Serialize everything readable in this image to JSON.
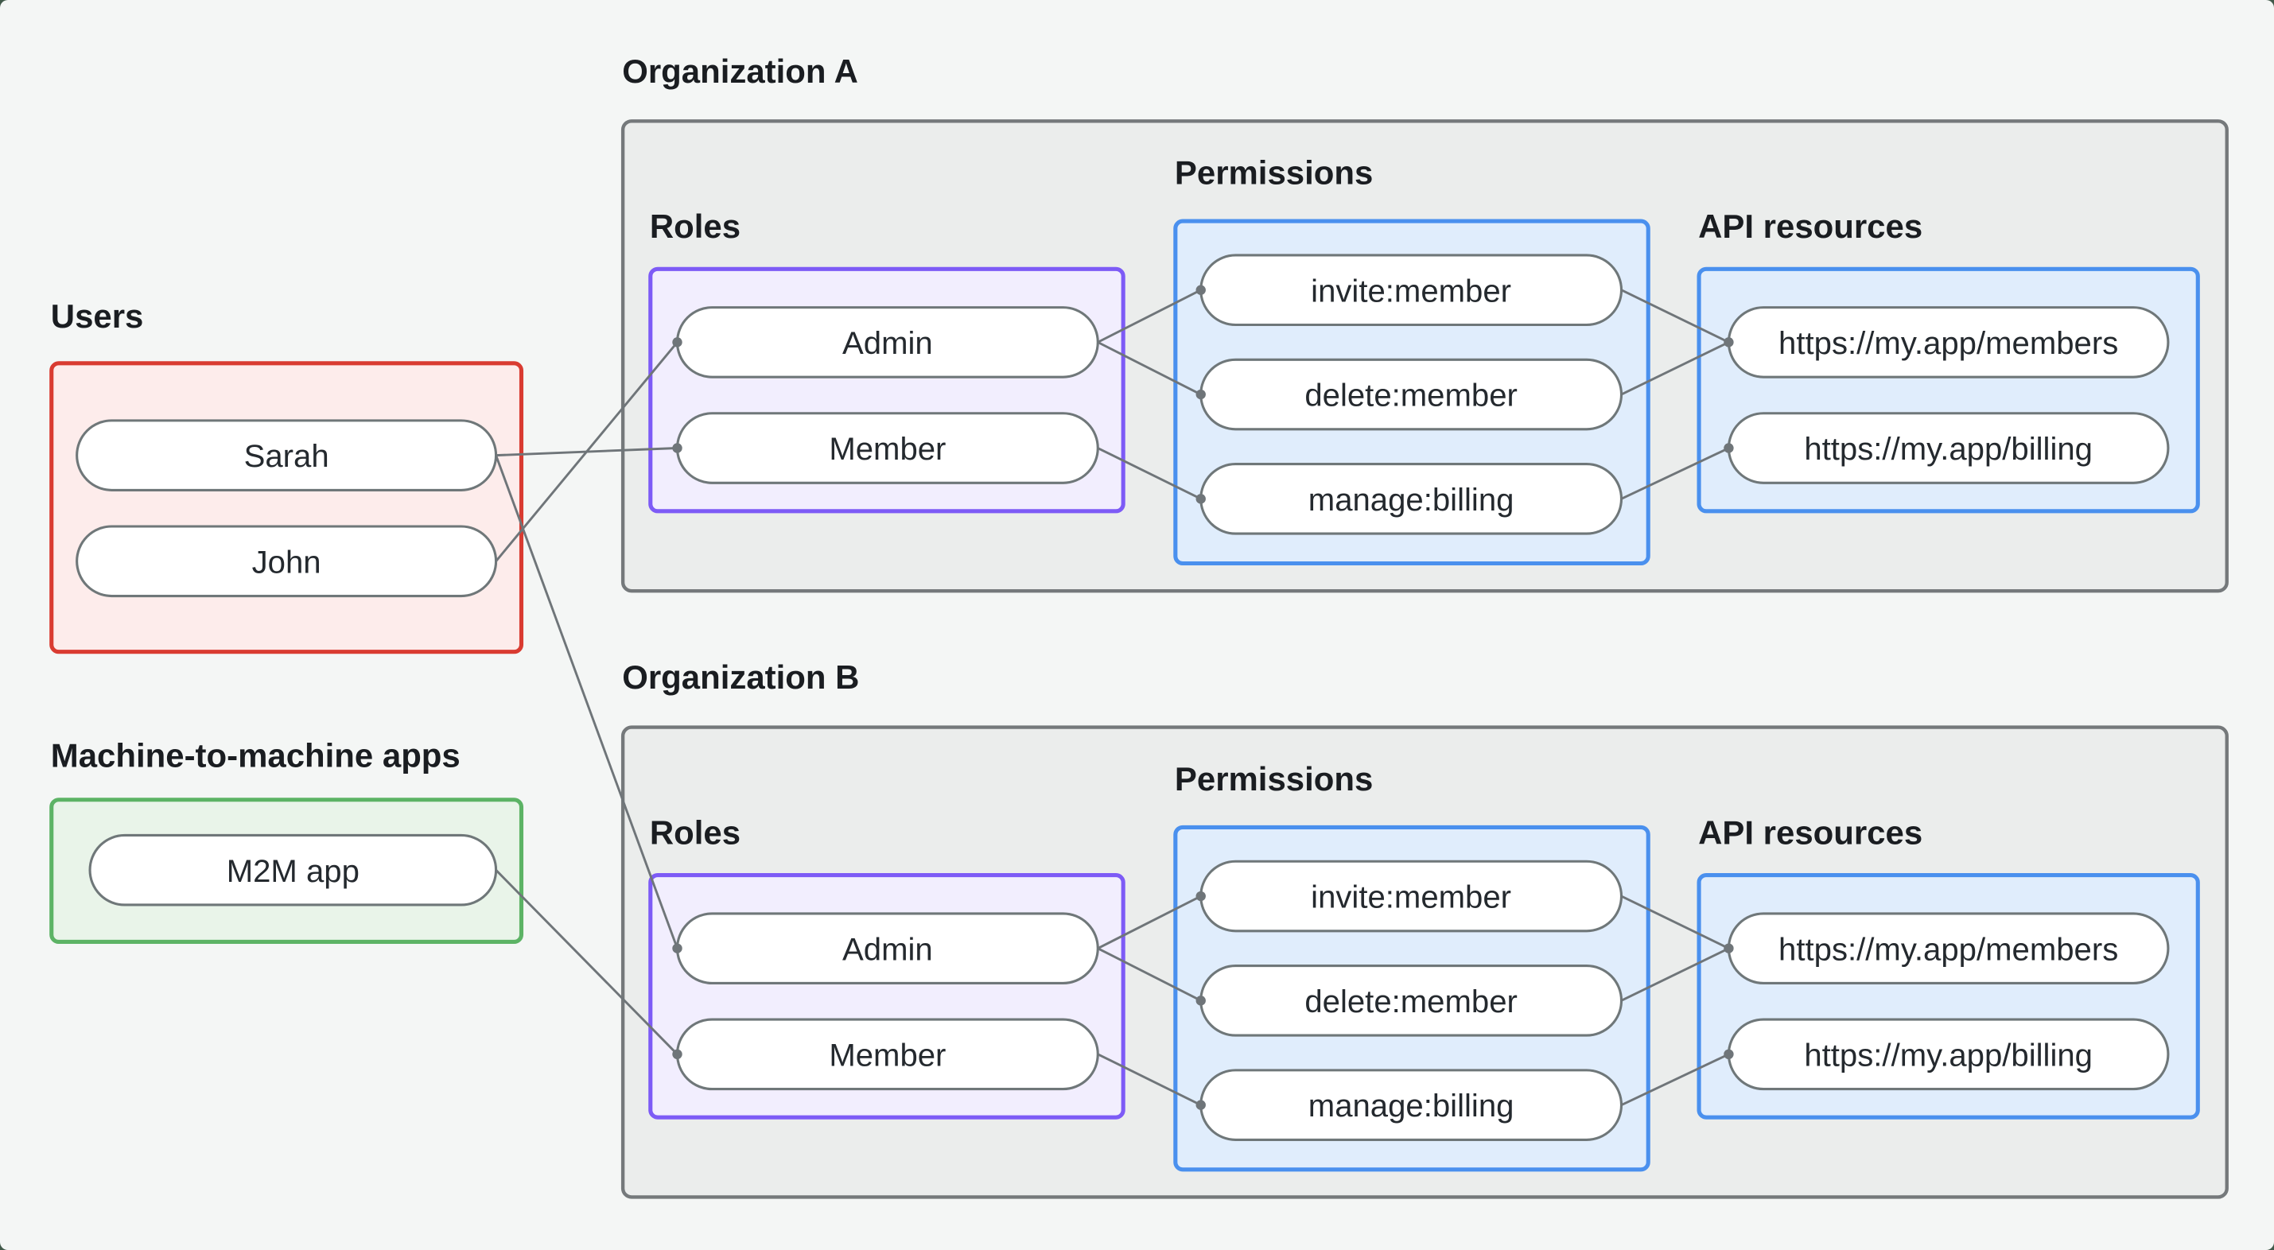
{
  "page": {
    "background": "#f4f6f5",
    "outer_background": "#41594a"
  },
  "colors": {
    "users_border": "#d93b31",
    "users_fill": "#fdeceb",
    "m2m_border": "#5cb365",
    "m2m_fill": "#e9f4e9",
    "org_border": "#75797b",
    "org_fill": "#ebedec",
    "roles_border": "#7d5bf6",
    "roles_fill": "#f2eefe",
    "permissions_border": "#4a90ee",
    "permissions_fill": "#e0edfc",
    "node_border": "#6f7779",
    "node_fill": "#ffffff",
    "edge": "#6f7579",
    "text": "#1a1d21"
  },
  "left_panel": {
    "users_label": "Users",
    "users_nodes": [
      "Sarah",
      "John"
    ],
    "m2m_label": "Machine-to-machine apps",
    "m2m_nodes": [
      "M2M app"
    ]
  },
  "organizations": [
    {
      "title": "Organization A",
      "roles_label": "Roles",
      "permissions_label": "Permissions",
      "api_resources_label": "API resources",
      "roles": [
        "Admin",
        "Member"
      ],
      "permissions": [
        "invite:member",
        "delete:member",
        "manage:billing"
      ],
      "api_resources": [
        "https://my.app/members",
        "https://my.app/billing"
      ]
    },
    {
      "title": "Organization B",
      "roles_label": "Roles",
      "permissions_label": "Permissions",
      "api_resources_label": "API resources",
      "roles": [
        "Admin",
        "Member"
      ],
      "permissions": [
        "invite:member",
        "delete:member",
        "manage:billing"
      ],
      "api_resources": [
        "https://my.app/members",
        "https://my.app/billing"
      ]
    }
  ],
  "edges": [
    {
      "from": "user-sarah",
      "to": "org-a-role-member"
    },
    {
      "from": "user-john",
      "to": "org-a-role-admin"
    },
    {
      "from": "user-sarah",
      "to": "org-b-role-admin"
    },
    {
      "from": "m2m-app",
      "to": "org-b-role-member"
    },
    {
      "from": "org-a-role-admin",
      "to": "org-a-permission-invite-member"
    },
    {
      "from": "org-a-role-admin",
      "to": "org-a-permission-delete-member"
    },
    {
      "from": "org-a-role-member",
      "to": "org-a-permission-manage-billing"
    },
    {
      "from": "org-a-permission-invite-member",
      "to": "org-a-api-members"
    },
    {
      "from": "org-a-permission-delete-member",
      "to": "org-a-api-members"
    },
    {
      "from": "org-a-permission-manage-billing",
      "to": "org-a-api-billing"
    },
    {
      "from": "org-b-role-admin",
      "to": "org-b-permission-invite-member"
    },
    {
      "from": "org-b-role-admin",
      "to": "org-b-permission-delete-member"
    },
    {
      "from": "org-b-role-member",
      "to": "org-b-permission-manage-billing"
    },
    {
      "from": "org-b-permission-invite-member",
      "to": "org-b-api-members"
    },
    {
      "from": "org-b-permission-delete-member",
      "to": "org-b-api-members"
    },
    {
      "from": "org-b-permission-manage-billing",
      "to": "org-b-api-billing"
    }
  ]
}
